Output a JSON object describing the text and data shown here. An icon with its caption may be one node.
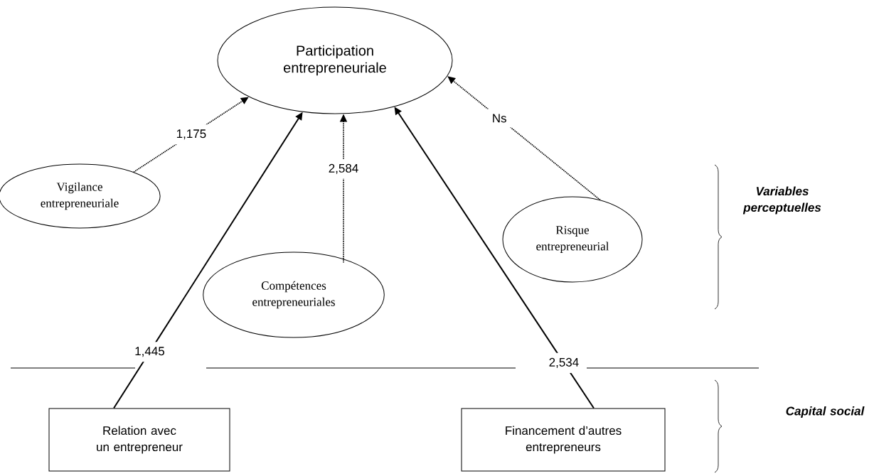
{
  "diagram": {
    "nodes": [
      {
        "text": [
          "Participation entrepreneuriale"
        ]
      },
      {
        "text": [
          "Vigilance entrepreneuriale"
        ]
      },
      {
        "text": [
          "Compétences entrepreneuriales"
        ]
      },
      {
        "text": [
          "Risque entrepreneurial"
        ]
      },
      {
        "text": [
          "Relation avec un entrepreneur"
        ]
      },
      {
        "text": [
          "Financement d’autres entrepreneurs"
        ]
      }
    ],
    "edges": [
      {
        "from": 1,
        "to": 0,
        "arrow": "to",
        "label": "1,175",
        "style": "dashed"
      },
      {
        "from": 2,
        "to": 0,
        "arrow": "to",
        "label": "2,584",
        "style": "dashed"
      },
      {
        "from": 3,
        "to": 0,
        "arrow": "to",
        "label": "Ns",
        "style": "dashed"
      },
      {
        "from": 4,
        "to": 0,
        "arrow": "to",
        "label": "1,445"
      },
      {
        "from": 5,
        "to": 0,
        "arrow": "to",
        "label": "2,534"
      }
    ],
    "labels": [
      "Variables perceptuelles",
      "Capital social"
    ]
  }
}
